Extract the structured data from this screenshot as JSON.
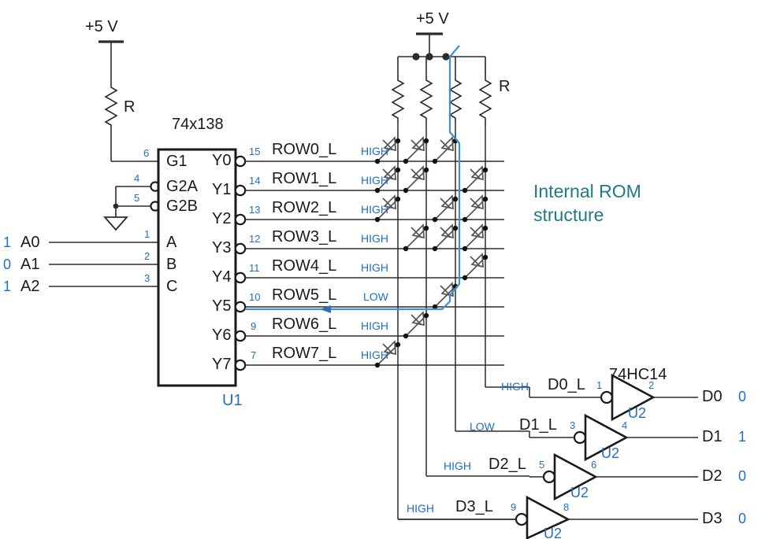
{
  "title": "74x138 decoder driving diode ROM matrix with 74HC14 inverters",
  "colors": {
    "wire": "#2b2b2b",
    "blue_label": "#1f6fc4",
    "highlight_path": "#3f8fd6",
    "teal_text": "#1f7a85",
    "black_text": "#1a1a1a"
  },
  "annotation": {
    "line1": "Internal ROM",
    "line2": "structure"
  },
  "power": {
    "left_rail_label": "+5 V",
    "matrix_rail_label": "+5 V",
    "left_resistor_label": "R",
    "matrix_resistor_label": "R"
  },
  "decoder": {
    "part_number": "74x138",
    "ref_des": "U1",
    "enable_pins": [
      {
        "name": "G1",
        "pin": "6",
        "bubble": false
      },
      {
        "name": "G2A",
        "pin": "4",
        "bubble": true
      },
      {
        "name": "G2B",
        "pin": "5",
        "bubble": true
      }
    ],
    "address_pins": [
      {
        "name": "A",
        "pin": "1",
        "signal": "A0",
        "value": "1"
      },
      {
        "name": "B",
        "pin": "2",
        "signal": "A1",
        "value": "0"
      },
      {
        "name": "C",
        "pin": "3",
        "signal": "A2",
        "value": "1"
      }
    ],
    "outputs": [
      {
        "name": "Y0",
        "pin": "15",
        "net": "ROW0_L",
        "level": "HIGH"
      },
      {
        "name": "Y1",
        "pin": "14",
        "net": "ROW1_L",
        "level": "HIGH"
      },
      {
        "name": "Y2",
        "pin": "13",
        "net": "ROW2_L",
        "level": "HIGH"
      },
      {
        "name": "Y3",
        "pin": "12",
        "net": "ROW3_L",
        "level": "HIGH"
      },
      {
        "name": "Y4",
        "pin": "11",
        "net": "ROW4_L",
        "level": "HIGH"
      },
      {
        "name": "Y5",
        "pin": "10",
        "net": "ROW5_L",
        "level": "LOW"
      },
      {
        "name": "Y6",
        "pin": "9",
        "net": "ROW6_L",
        "level": "HIGH"
      },
      {
        "name": "Y7",
        "pin": "7",
        "net": "ROW7_L",
        "level": "HIGH"
      }
    ]
  },
  "rom_matrix": {
    "column_count": 4,
    "row_count": 8,
    "column_nets": [
      "D3_L",
      "D2_L",
      "D1_L",
      "D0_L"
    ],
    "diode_rows": [
      {
        "row": "ROW0_L",
        "columns": [
          0,
          1,
          2
        ]
      },
      {
        "row": "ROW1_L",
        "columns": [
          0,
          1,
          3
        ]
      },
      {
        "row": "ROW2_L",
        "columns": [
          0,
          2,
          3
        ]
      },
      {
        "row": "ROW3_L",
        "columns": [
          1,
          2,
          3
        ]
      },
      {
        "row": "ROW4_L",
        "columns": [
          3
        ]
      },
      {
        "row": "ROW5_L",
        "columns": [
          2
        ]
      },
      {
        "row": "ROW6_L",
        "columns": [
          1
        ]
      },
      {
        "row": "ROW7_L",
        "columns": [
          0
        ]
      }
    ],
    "active_row_index": 5
  },
  "inverters": {
    "part_number": "74HC14",
    "ref_des": "U2",
    "gates": [
      {
        "input_net": "D0_L",
        "input_level": "HIGH",
        "in_pin": "1",
        "out_pin": "2",
        "output_net": "D0",
        "output_value": "0",
        "ref_des": "U2"
      },
      {
        "input_net": "D1_L",
        "input_level": "LOW",
        "in_pin": "3",
        "out_pin": "4",
        "output_net": "D1",
        "output_value": "1",
        "ref_des": "U2"
      },
      {
        "input_net": "D2_L",
        "input_level": "HIGH",
        "in_pin": "5",
        "out_pin": "6",
        "output_net": "D2",
        "output_value": "0",
        "ref_des": "U2"
      },
      {
        "input_net": "D3_L",
        "input_level": "HIGH",
        "in_pin": "9",
        "out_pin": "8",
        "output_net": "D3",
        "output_value": "0",
        "ref_des": "U2"
      }
    ]
  }
}
